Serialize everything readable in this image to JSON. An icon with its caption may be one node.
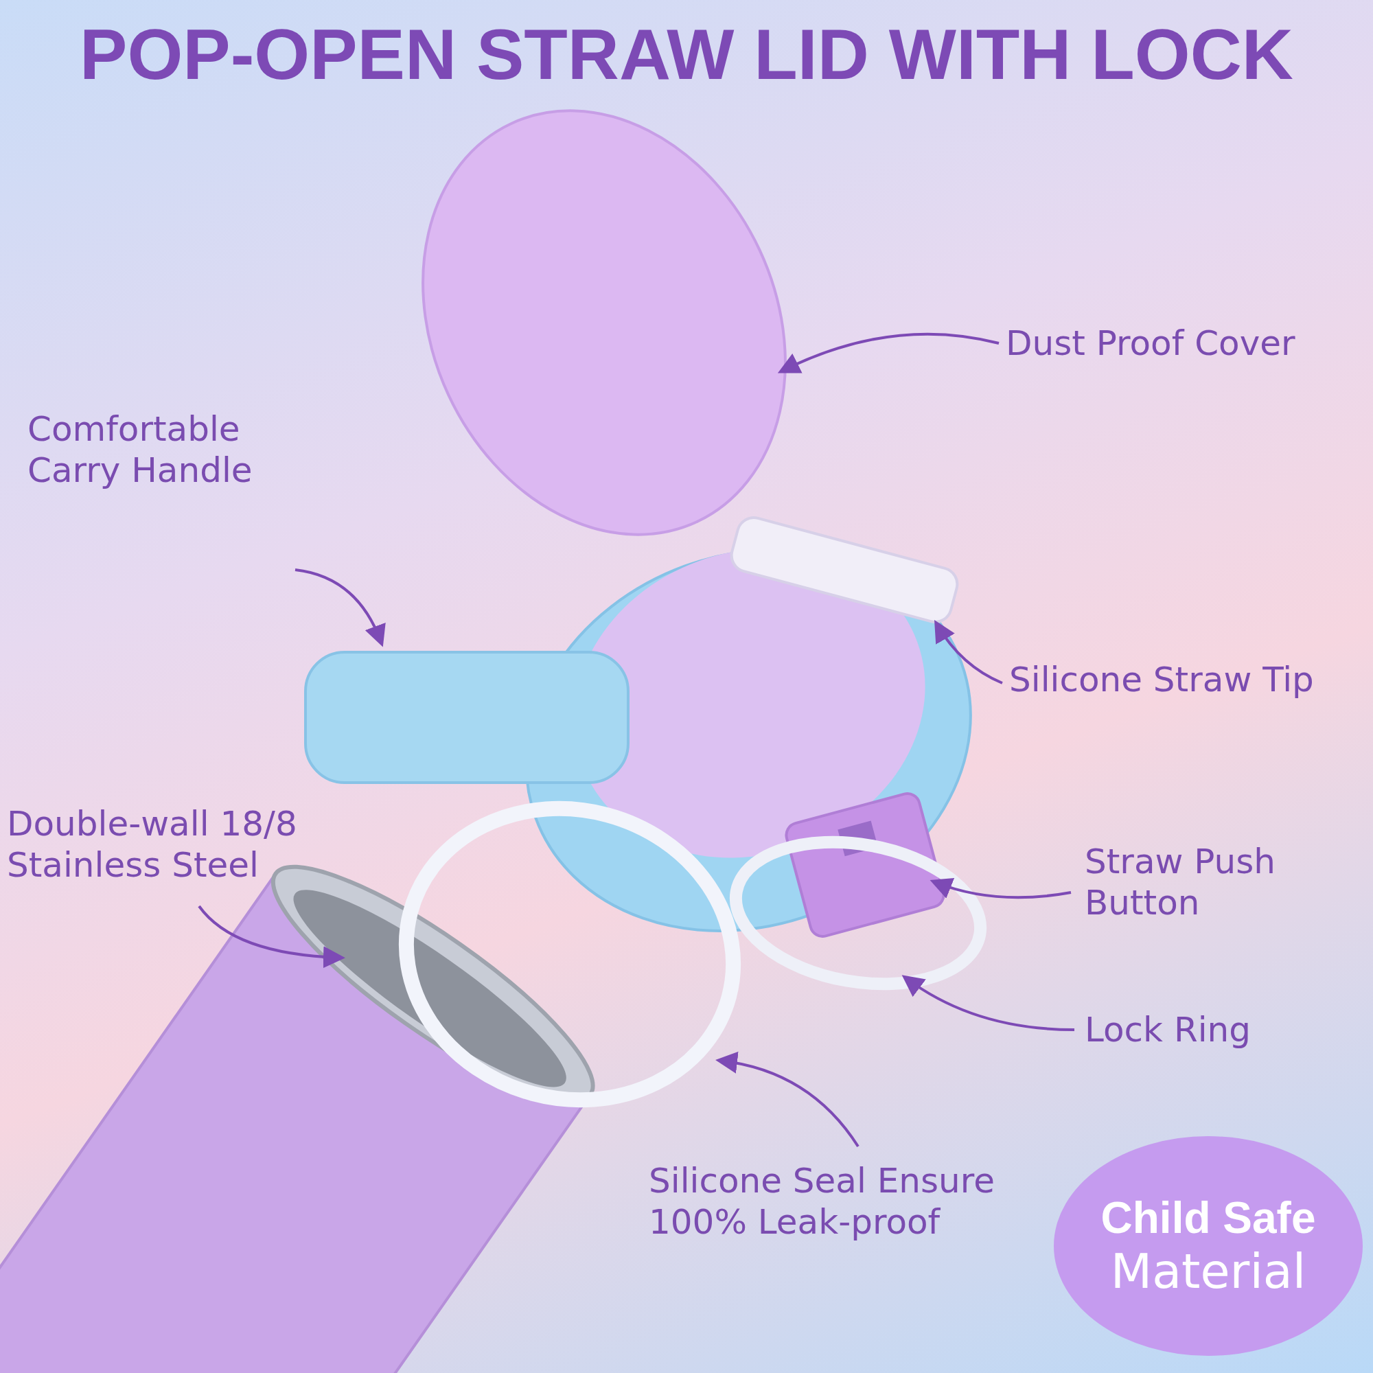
{
  "diagram": {
    "title": "POP-OPEN STRAW LID WITH LOCK",
    "nodes": [
      {
        "text": [
          "Dust Proof Cover"
        ]
      },
      {
        "text": [],
        "shape": "circle"
      },
      {
        "text": [
          "Comfortable Carry Handle"
        ]
      },
      {
        "text": [],
        "shape": "bar"
      },
      {
        "text": [
          "Silicone Straw Tip"
        ]
      },
      {
        "text": [],
        "shape": "bar"
      },
      {
        "text": [
          "Double-wall 18/8 Stainless Steel"
        ]
      },
      {
        "text": [],
        "shape": "cylinder"
      },
      {
        "text": [
          "Straw Push Button"
        ]
      },
      {
        "text": [],
        "shape": "box"
      },
      {
        "text": [
          "Lock Ring"
        ]
      },
      {
        "text": [],
        "shape": "circle"
      },
      {
        "text": [
          "Silicone Seal Ensure 100% Leak-proof"
        ]
      },
      {
        "text": [],
        "shape": "circle"
      },
      {
        "text": [
          "Child Safe",
          "Material"
        ]
      }
    ],
    "edges": [
      {
        "from": 0,
        "to": 1,
        "arrow": "to"
      },
      {
        "from": 2,
        "to": 3,
        "arrow": "to"
      },
      {
        "from": 4,
        "to": 5,
        "arrow": "to"
      },
      {
        "from": 6,
        "to": 7,
        "arrow": "to"
      },
      {
        "from": 8,
        "to": 9,
        "arrow": "to"
      },
      {
        "from": 10,
        "to": 11,
        "arrow": "to"
      },
      {
        "from": 12,
        "to": 13,
        "arrow": "to"
      }
    ]
  }
}
